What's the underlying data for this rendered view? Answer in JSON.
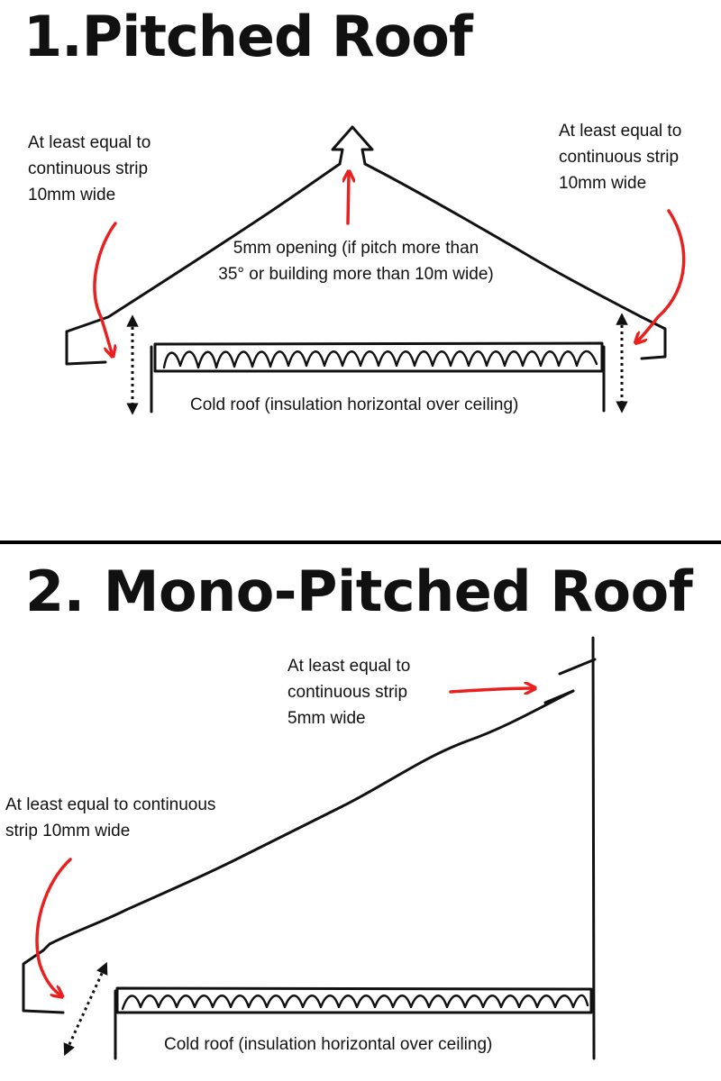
{
  "section1": {
    "title": "1.Pitched Roof",
    "left_note": [
      "At least equal to",
      "continuous strip",
      "10mm wide"
    ],
    "right_note": [
      "At least equal to",
      "continuous strip",
      "10mm wide"
    ],
    "ridge_note": [
      "5mm opening (if pitch more than",
      "35° or building more than 10m wide)"
    ],
    "ceiling_note": "Cold roof (insulation horizontal over ceiling)"
  },
  "section2": {
    "title": "2. Mono-Pitched Roof",
    "top_note": [
      "At least equal to",
      "continuous strip",
      "5mm wide"
    ],
    "left_note": [
      "At least equal to continuous",
      "strip 10mm wide"
    ],
    "ceiling_note": "Cold roof (insulation horizontal over ceiling)"
  },
  "colors": {
    "ink": "#111111",
    "arrow": "#e8201f"
  }
}
